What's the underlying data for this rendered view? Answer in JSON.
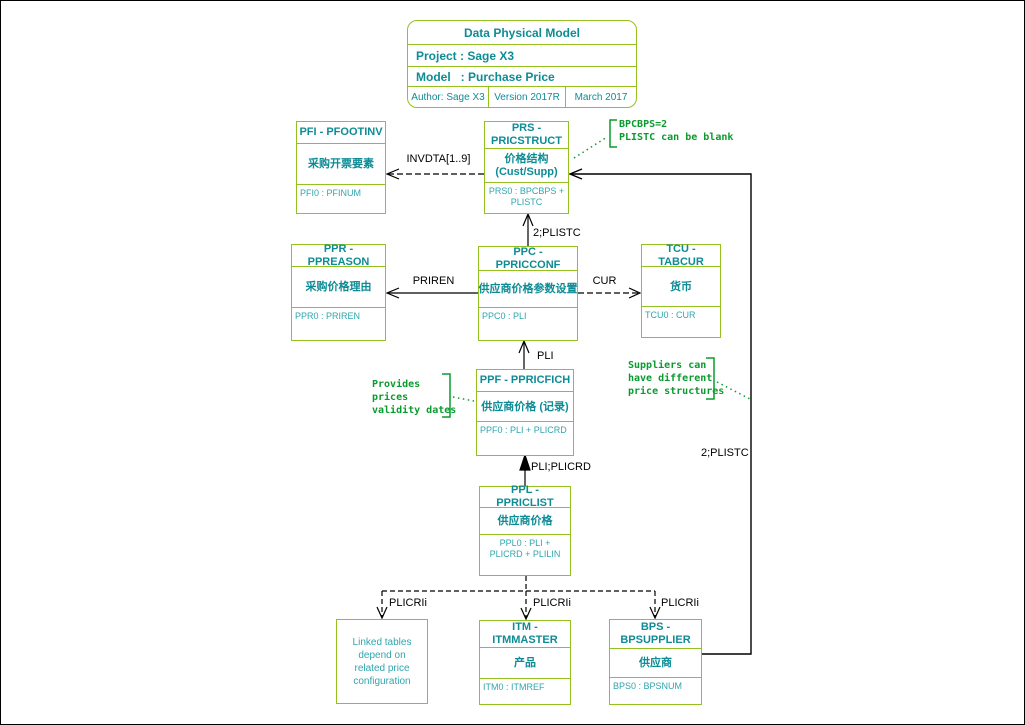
{
  "title_box": {
    "title": "Data Physical Model",
    "project": "Project : Sage X3",
    "model": "Model   : Purchase Price",
    "author": "Author: Sage X3",
    "version": "Version 2017R",
    "date": "March 2017"
  },
  "entities": {
    "pfi": {
      "code": "PFI - PFOOTINV",
      "name": "采购开票要素",
      "key": "PFI0 : PFINUM"
    },
    "prs": {
      "code": "PRS - PRICSTRUCT",
      "name": "价格结构 (Cust/Supp)",
      "key": "PRS0 : BPCBPS + PLISTC"
    },
    "ppr": {
      "code": "PPR - PPREASON",
      "name": "采购价格理由",
      "key": "PPR0 : PRIREN"
    },
    "ppc": {
      "code": "PPC - PPRICCONF",
      "name": "供应商价格参数设置",
      "key": "PPC0 : PLI"
    },
    "tcu": {
      "code": "TCU - TABCUR",
      "name": "货币",
      "key": "TCU0 : CUR"
    },
    "ppf": {
      "code": "PPF - PPRICFICH",
      "name": "供应商价格 (记录)",
      "key": "PPF0 : PLI + PLICRD"
    },
    "ppl": {
      "code": "PPL - PPRICLIST",
      "name": "供应商价格",
      "key": "PPL0 : PLI + PLICRD + PLILIN"
    },
    "itm": {
      "code": "ITM - ITMMASTER",
      "name": "产品",
      "key": "ITM0 : ITMREF"
    },
    "bps": {
      "code": "BPS - BPSUPPLIER",
      "name": "供应商",
      "key": "BPS0 : BPSNUM"
    }
  },
  "notes": {
    "bpcbps": "BPCBPS=2\nPLISTC can be blank",
    "provides": "Provides\nprices\nvalidity dates",
    "suppliers": "Suppliers can\nhave different\nprice structures",
    "linked": "Linked tables\ndepend on\nrelated price\nconfiguration"
  },
  "edge_labels": {
    "invdta": "INVDTA[1..9]",
    "plistc_top": "2;PLISTC",
    "priren": "PRIREN",
    "cur": "CUR",
    "pli": "PLI",
    "pli_plicrd": "PLI;PLICRD",
    "plicri_left": "PLICRIi",
    "plicri_mid": "PLICRIi",
    "plicri_right": "PLICRIi",
    "plistc_right": "2;PLISTC"
  },
  "colors": {
    "box_border_green": "#94c11f",
    "entity_title_teal": "#0e8c96",
    "entity_key_teal": "#2fa6ae",
    "annotation_green": "#0a9b2e",
    "connector_black": "#000000"
  }
}
